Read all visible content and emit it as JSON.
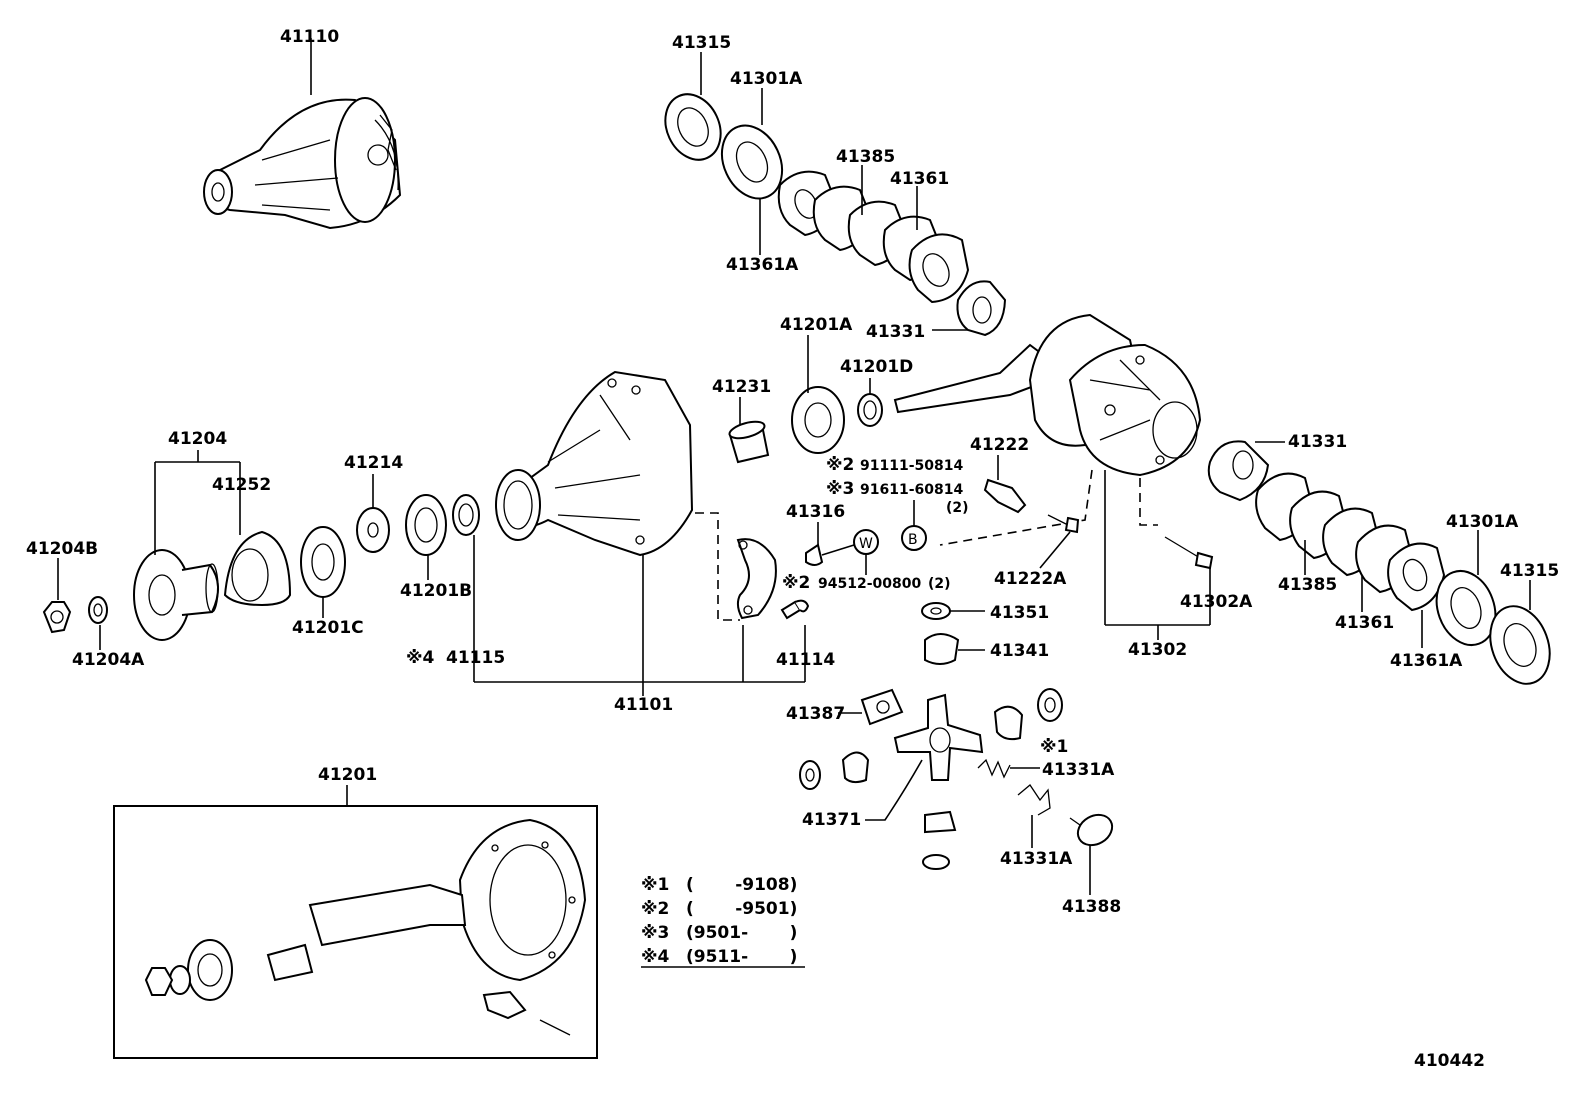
{
  "diagram": {
    "figure_number": "410442",
    "labels": [
      {
        "id": "p41110",
        "text": "41110"
      },
      {
        "id": "p41315a",
        "text": "41315"
      },
      {
        "id": "p41301Aa",
        "text": "41301A"
      },
      {
        "id": "p41385a",
        "text": "41385"
      },
      {
        "id": "p41361a",
        "text": "41361"
      },
      {
        "id": "p41361Aa",
        "text": "41361A"
      },
      {
        "id": "p41331a",
        "text": "41331"
      },
      {
        "id": "p41201A",
        "text": "41201A"
      },
      {
        "id": "p41201D",
        "text": "41201D"
      },
      {
        "id": "p41231",
        "text": "41231"
      },
      {
        "id": "p41204",
        "text": "41204"
      },
      {
        "id": "p41252",
        "text": "41252"
      },
      {
        "id": "p41214",
        "text": "41214"
      },
      {
        "id": "p41204B",
        "text": "41204B"
      },
      {
        "id": "p41204A",
        "text": "41204A"
      },
      {
        "id": "p41201C",
        "text": "41201C"
      },
      {
        "id": "p41201B",
        "text": "41201B"
      },
      {
        "id": "p41115",
        "text": "41115"
      },
      {
        "id": "p41101",
        "text": "41101"
      },
      {
        "id": "p41316",
        "text": "41316"
      },
      {
        "id": "p41114",
        "text": "41114"
      },
      {
        "id": "p41222",
        "text": "41222"
      },
      {
        "id": "p41222A",
        "text": "41222A"
      },
      {
        "id": "p41351",
        "text": "41351"
      },
      {
        "id": "p41341",
        "text": "41341"
      },
      {
        "id": "p41302",
        "text": "41302"
      },
      {
        "id": "p41302A",
        "text": "41302A"
      },
      {
        "id": "p41331b",
        "text": "41331"
      },
      {
        "id": "p41385b",
        "text": "41385"
      },
      {
        "id": "p41361b",
        "text": "41361"
      },
      {
        "id": "p41361Ab",
        "text": "41361A"
      },
      {
        "id": "p41301Ab",
        "text": "41301A"
      },
      {
        "id": "p41315b",
        "text": "41315"
      },
      {
        "id": "p41387",
        "text": "41387"
      },
      {
        "id": "p41371",
        "text": "41371"
      },
      {
        "id": "p41331Aa",
        "text": "41331A"
      },
      {
        "id": "p41331Ab",
        "text": "41331A"
      },
      {
        "id": "p41388",
        "text": "41388"
      },
      {
        "id": "p41201",
        "text": "41201"
      }
    ],
    "annotations": {
      "n2_91111": "※2",
      "n2_91111_code": "91111-50814",
      "n3_91611": "※3",
      "n3_91611_code": "91611-60814",
      "n3_qty": "(2)",
      "n2_94512": "※2",
      "n2_94512_code": "94512-00800",
      "n2_94512_qty": "(2)",
      "n4_41115": "※4",
      "n1_mark": "※1",
      "symbol_w": "W",
      "symbol_b": "B"
    },
    "legend": [
      {
        "mark": "※1",
        "range": "(       -9108)"
      },
      {
        "mark": "※2",
        "range": "(       -9501)"
      },
      {
        "mark": "※3",
        "range": "(9501-       )"
      },
      {
        "mark": "※4",
        "range": "(9511-       )"
      }
    ]
  }
}
